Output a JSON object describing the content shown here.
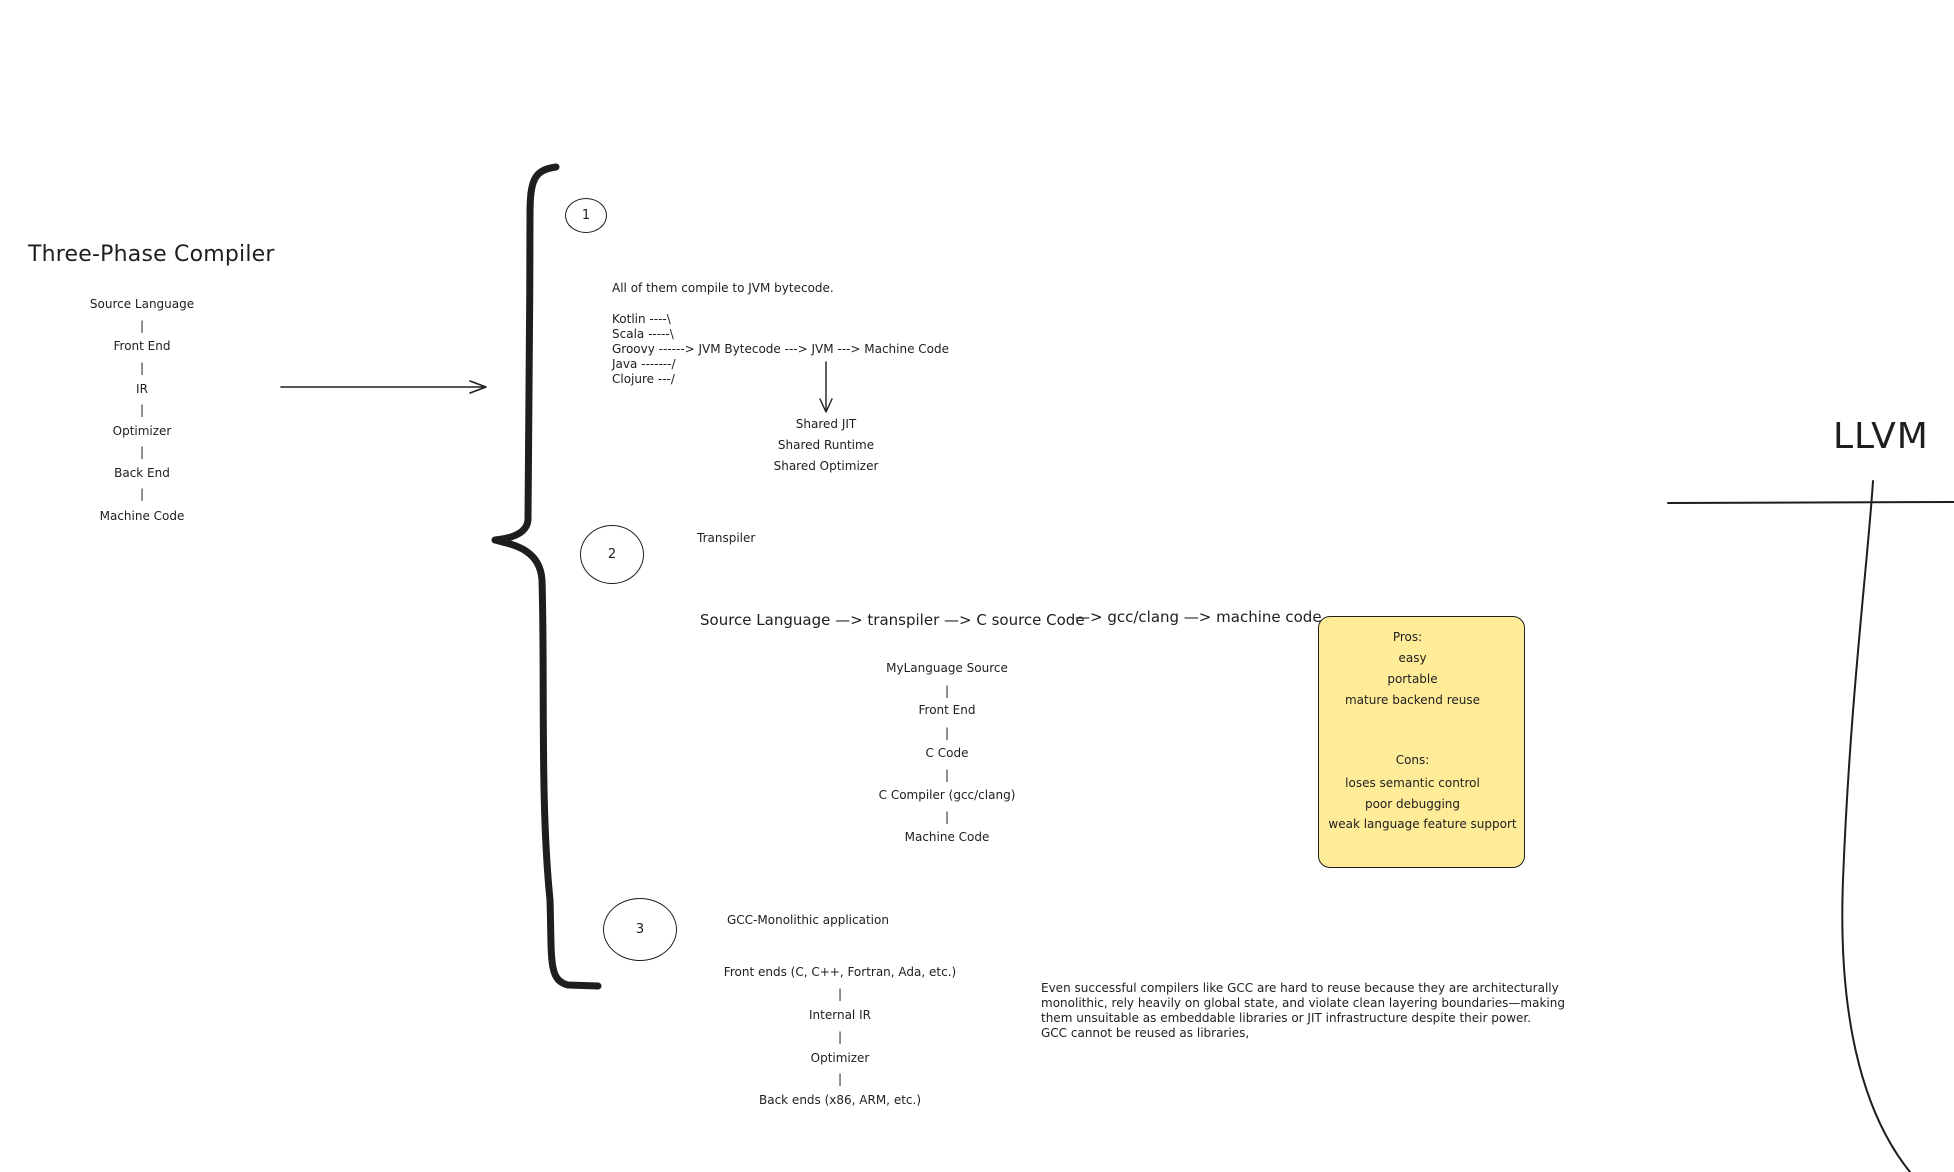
{
  "three_phase": {
    "title": "Three-Phase Compiler",
    "pipeline": [
      "Source Language",
      "|",
      "Front End",
      "|",
      "IR",
      "|",
      "Optimizer",
      "|",
      "Back End",
      "|",
      "Machine Code"
    ]
  },
  "section1": {
    "number": "1",
    "intro": "All of them compile to JVM bytecode.",
    "diagram_lines": [
      "Kotlin ----\\",
      "Scala -----\\",
      "Groovy ------> JVM Bytecode ---> JVM ---> Machine Code",
      "Java -------/",
      "Clojure ---/"
    ],
    "shared": [
      "Shared JIT",
      "Shared Runtime",
      "Shared Optimizer"
    ]
  },
  "section2": {
    "number": "2",
    "label": "Transpiler",
    "flow_a": "Source Language —> transpiler —> C source Code",
    "flow_b": "—> gcc/clang —> machine code",
    "pipeline": [
      "MyLanguage Source",
      "|",
      "Front End",
      "|",
      "C Code",
      "|",
      "C Compiler (gcc/clang)",
      "|",
      "Machine Code"
    ],
    "note": {
      "pros_label": "Pros:",
      "pros": [
        "easy",
        "portable",
        "mature backend reuse"
      ],
      "cons_label": "Cons:",
      "cons": [
        "loses semantic control",
        "poor debugging",
        "weak language feature support"
      ]
    }
  },
  "section3": {
    "number": "3",
    "label": "GCC-Monolithic application",
    "pipeline": [
      "Front ends (C, C++, Fortran, Ada, etc.)",
      "|",
      "Internal IR",
      "|",
      "Optimizer",
      "|",
      "Back ends (x86, ARM, etc.)"
    ],
    "paragraph": [
      "Even successful compilers like GCC are hard to reuse because they are architecturally",
      "monolithic, rely heavily on global state, and violate clean layering boundaries—making",
      "them unsuitable as embeddable libraries or JIT infrastructure despite their power.",
      "GCC cannot be reused as libraries,"
    ]
  },
  "llvm": {
    "title": "LLVM"
  },
  "colors": {
    "stroke": "#1e1e1e",
    "note_fill": "#ffec99",
    "background": "#ffffff"
  }
}
